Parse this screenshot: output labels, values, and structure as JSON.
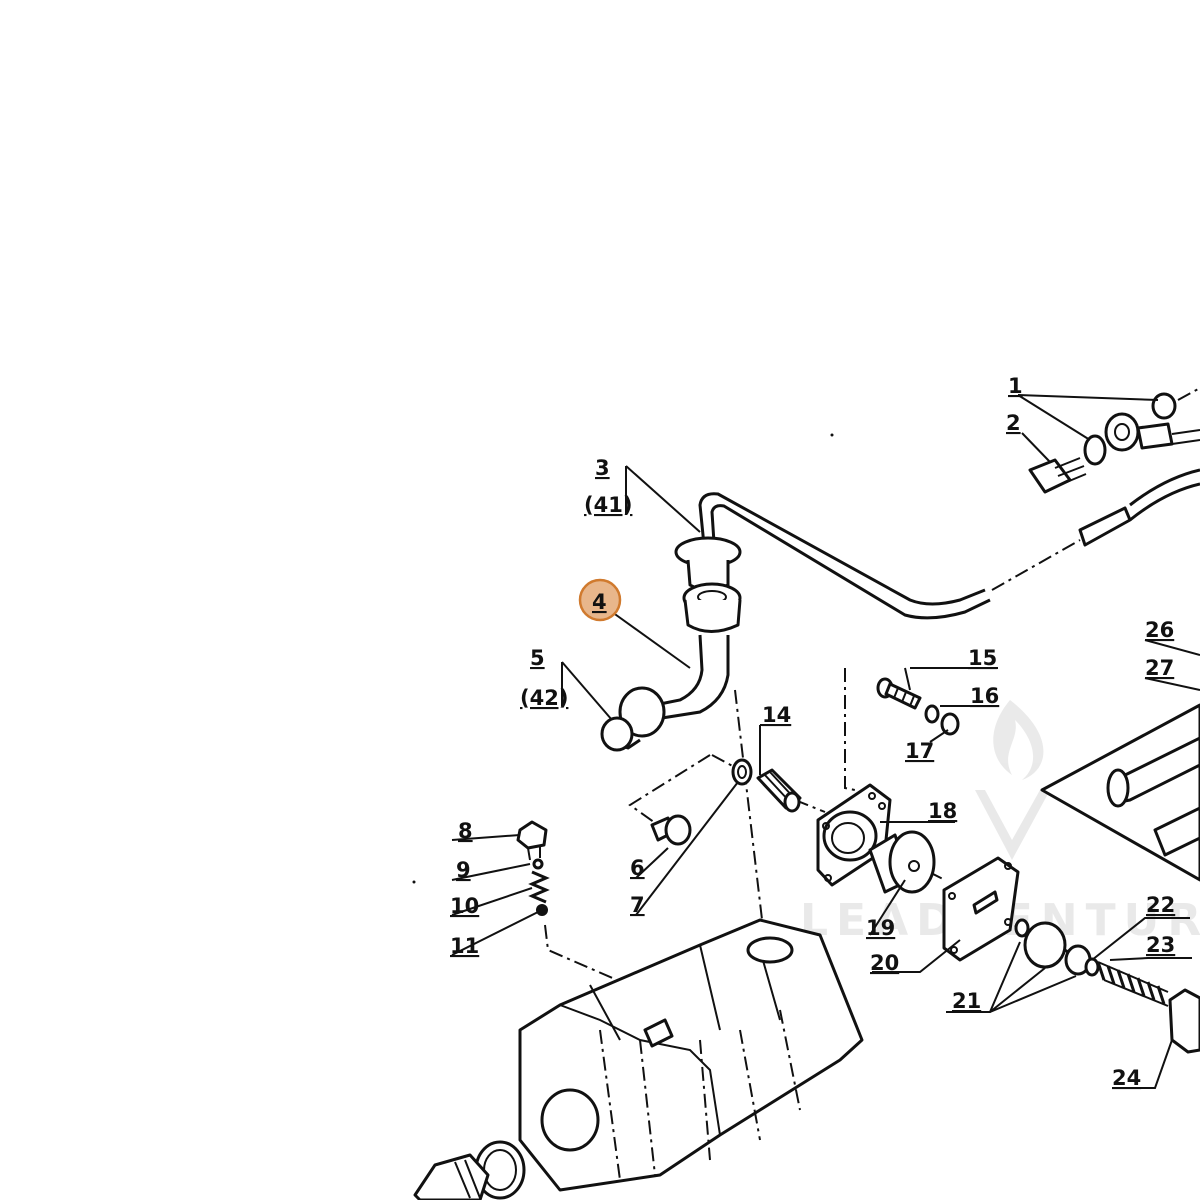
{
  "labels": {
    "p1": "1",
    "p2": "2",
    "p3": "3",
    "p3_alt": "(41)",
    "p4": "4",
    "p5": "5",
    "p5_alt": "(42)",
    "p6": "6",
    "p7": "7",
    "p8": "8",
    "p9": "9",
    "p10": "10",
    "p11": "11",
    "p14": "14",
    "p15": "15",
    "p16": "16",
    "p17": "17",
    "p18": "18",
    "p19": "19",
    "p20": "20",
    "p21": "21",
    "p22": "22",
    "p23": "23",
    "p24": "24",
    "p26": "26",
    "p27": "27"
  },
  "highlight": {
    "part": "4",
    "color": "#e8b68b"
  },
  "watermark": {
    "text": "LEADVENTURE"
  },
  "icons": {
    "watermark_logo": "flame-v-logo"
  }
}
